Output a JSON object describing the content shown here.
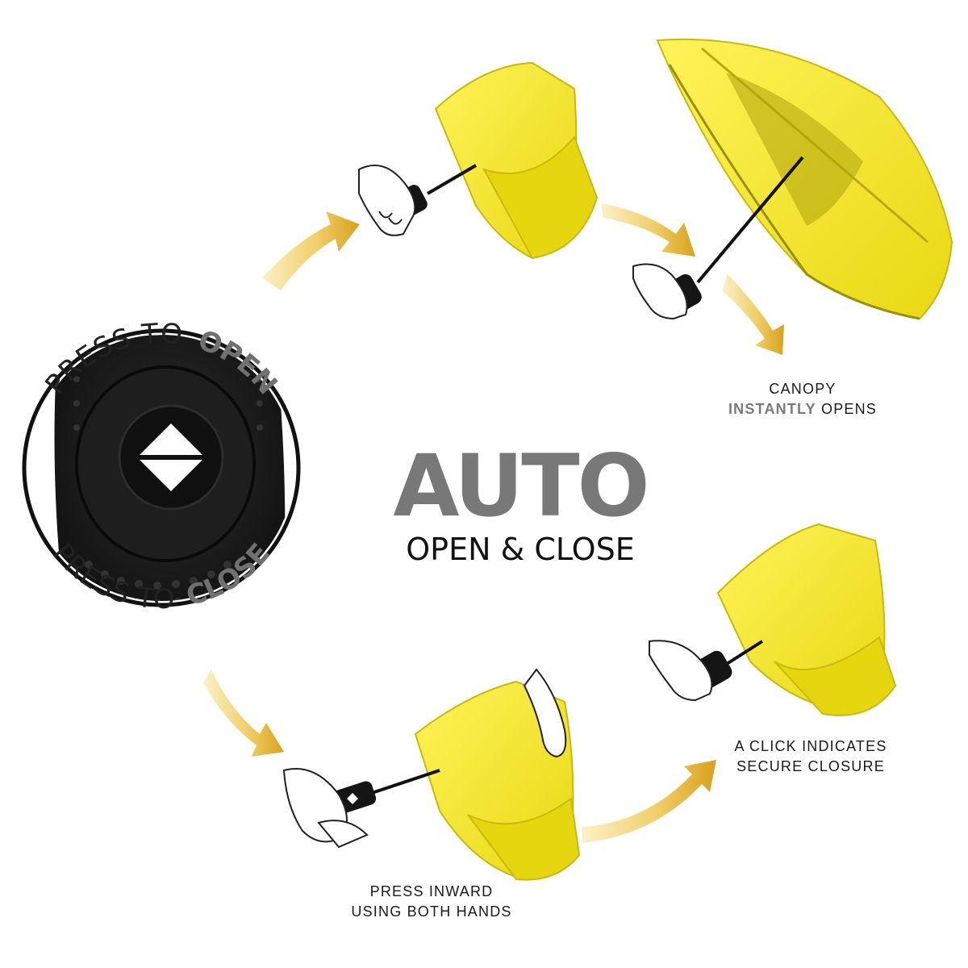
{
  "badge": {
    "top_prefix": "PRESS TO",
    "top_emphasis": "OPEN",
    "bottom_prefix": "PRESS TO",
    "bottom_emphasis": "CLOSE"
  },
  "title": {
    "main": "AUTO",
    "sub": "OPEN & CLOSE"
  },
  "steps": [
    {
      "line1_highlight": "",
      "line1": "CANOPY",
      "line2_highlight": "INSTANTLY",
      "line2": " OPENS"
    },
    {
      "line1_highlight": "",
      "line1": "A CLICK INDICATES",
      "line2_highlight": "",
      "line2": "SECURE CLOSURE"
    },
    {
      "line1_highlight": "",
      "line1": "PRESS INWARD",
      "line2_highlight": "",
      "line2": "USING BOTH HANDS"
    }
  ],
  "colors": {
    "canopy": "#f2e61a",
    "canopy_shade": "#d8c90f",
    "handle": "#1b1b1b",
    "arrow_dark": "#d9a520",
    "arrow_light": "#fbf2cf",
    "text_gray": "#787878"
  }
}
